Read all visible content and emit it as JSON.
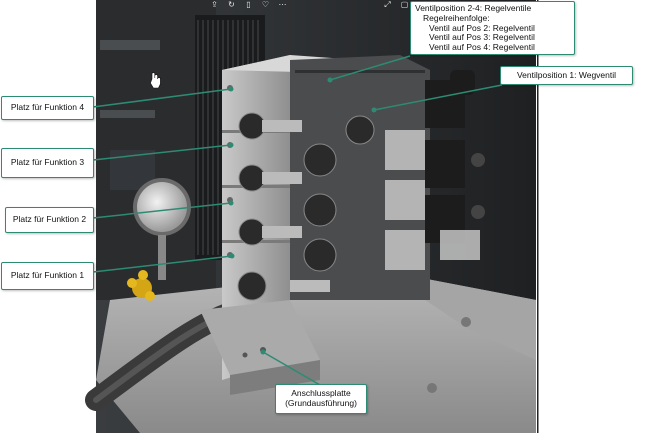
{
  "toolbar": {
    "icons": [
      "share-icon",
      "rotate-icon",
      "trash-icon",
      "heart-icon",
      "more-icon"
    ],
    "right_icons": [
      "expand-icon",
      "fullscreen-icon"
    ]
  },
  "callouts": {
    "funktion4": "Platz für Funktion 4",
    "funktion3": "Platz für Funktion 3",
    "funktion2": "Platz für Funktion 2",
    "funktion1": "Platz für Funktion 1",
    "regelventile": {
      "title": "Ventilposition 2-4: Regelventile",
      "subtitle": "Regelreihenfolge:",
      "lines": [
        "Ventil auf Pos 2: Regelventil",
        "Ventil auf Pos 3: Regelventil",
        "Ventil auf Pos 4: Regelventil"
      ]
    },
    "wegventil": "Ventilposition 1: Wegventil",
    "anschlussplatte": {
      "line1": "Anschlussplatte",
      "line2": "(Grundausführung)"
    }
  },
  "colors": {
    "callout_border": "#2e8b73",
    "leader_line": "#2e8b73"
  }
}
